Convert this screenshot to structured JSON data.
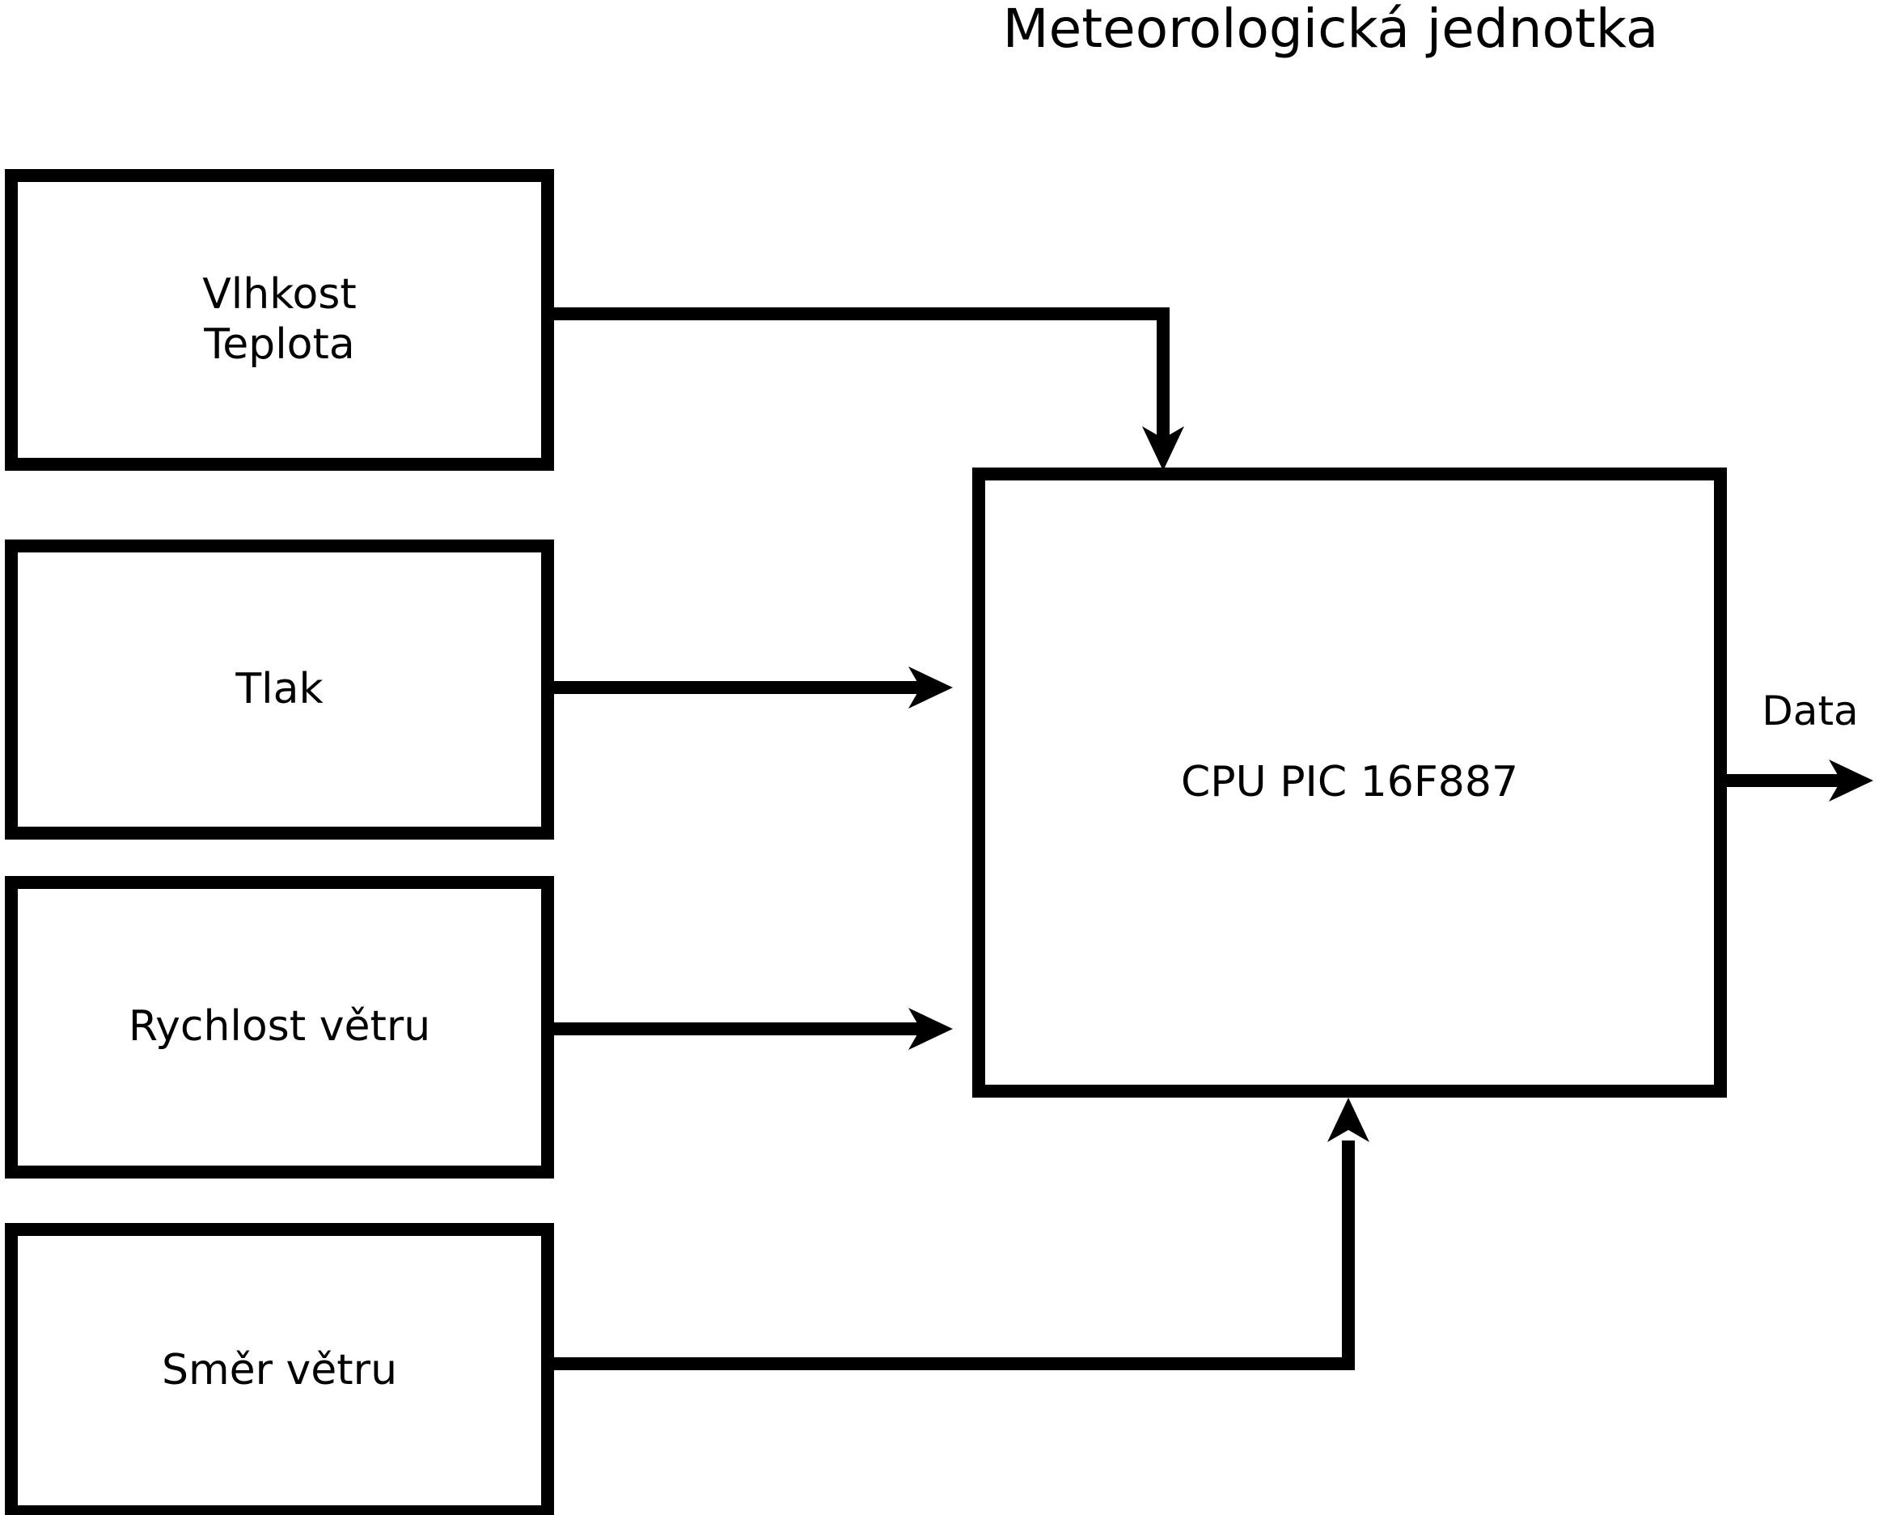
{
  "title": "Meteorologická jednotka",
  "boxes": {
    "humidity_temperature": {
      "label": "Vlhkost\nTeplota"
    },
    "pressure": {
      "label": "Tlak"
    },
    "wind_speed": {
      "label": "Rychlost větru"
    },
    "wind_direction": {
      "label": "Směr větru"
    },
    "cpu": {
      "label": "CPU PIC 16F887"
    }
  },
  "output": {
    "label": "Data"
  },
  "colors": {
    "line": "#000000",
    "background": "#ffffff",
    "text": "#000000"
  }
}
